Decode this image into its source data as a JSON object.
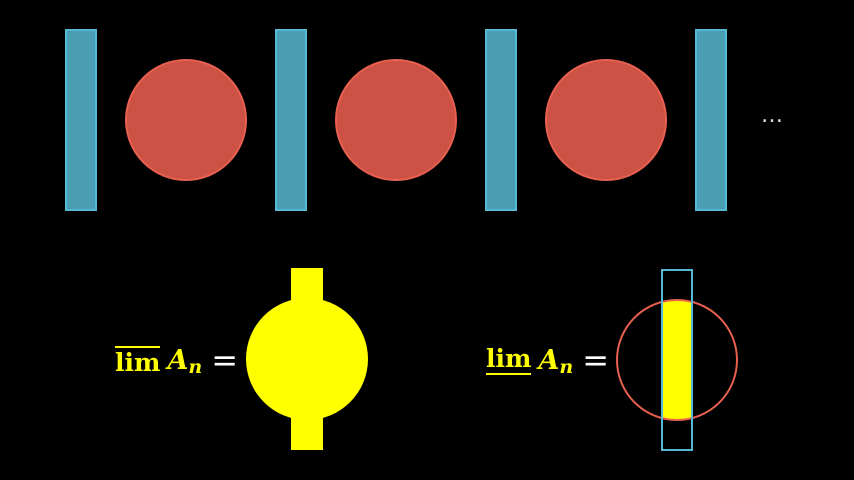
{
  "colors": {
    "background": "#000000",
    "bar_fill": "#4a9eb4",
    "bar_stroke": "#55b8d4",
    "disc_fill": "#cc5245",
    "disc_stroke": "#e8604f",
    "highlight": "#ffff00",
    "equals_sign": "#ffffff",
    "ellipsis": "#dddddd"
  },
  "sequence": {
    "pattern": [
      "bar",
      "disc",
      "bar",
      "disc",
      "bar",
      "disc",
      "bar"
    ],
    "ellipsis": "…"
  },
  "limsup": {
    "operator": "lim",
    "operator_mark": "overline",
    "set": "A",
    "index": "n",
    "equals": "="
  },
  "liminf": {
    "operator": "lim",
    "operator_mark": "underline",
    "set": "A",
    "index": "n",
    "equals": "="
  }
}
